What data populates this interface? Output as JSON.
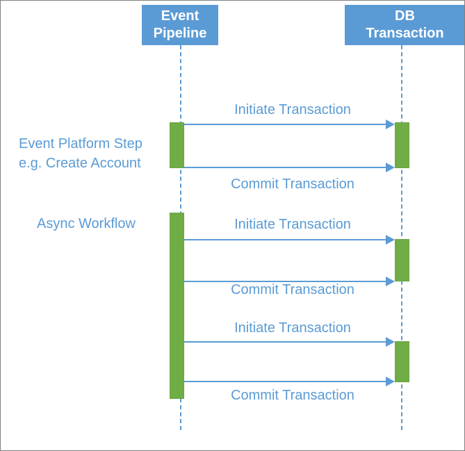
{
  "diagram": {
    "type": "sequence-diagram",
    "colors": {
      "participant_fill": "#5B9BD5",
      "participant_text": "#FFFFFF",
      "activation_fill": "#70AD47",
      "message_color": "#5B9BD5",
      "annotation_color": "#5B9BD5",
      "background": "#FFFFFF",
      "border": "#808080"
    },
    "participants": [
      {
        "id": "event-pipeline",
        "line1": "Event",
        "line2": "Pipeline"
      },
      {
        "id": "db-transaction",
        "line1": "DB",
        "line2": "Transaction"
      }
    ],
    "annotations": [
      {
        "id": "event-platform-step",
        "line1": "Event Platform Step",
        "line2": "e.g. Create Account"
      },
      {
        "id": "async-workflow",
        "line1": "Async Workflow",
        "line2": ""
      }
    ],
    "messages": [
      {
        "id": "msg-1",
        "label": "Initiate Transaction",
        "from": "event-pipeline",
        "to": "db-transaction",
        "direction": "right"
      },
      {
        "id": "msg-2",
        "label": "Commit Transaction",
        "from": "event-pipeline",
        "to": "db-transaction",
        "direction": "right"
      },
      {
        "id": "msg-3",
        "label": "Initiate Transaction",
        "from": "event-pipeline",
        "to": "db-transaction",
        "direction": "right"
      },
      {
        "id": "msg-4",
        "label": "Commit Transaction",
        "from": "event-pipeline",
        "to": "db-transaction",
        "direction": "right"
      },
      {
        "id": "msg-5",
        "label": "Initiate Transaction",
        "from": "event-pipeline",
        "to": "db-transaction",
        "direction": "right"
      },
      {
        "id": "msg-6",
        "label": "Commit Transaction",
        "from": "event-pipeline",
        "to": "db-transaction",
        "direction": "right"
      }
    ]
  }
}
